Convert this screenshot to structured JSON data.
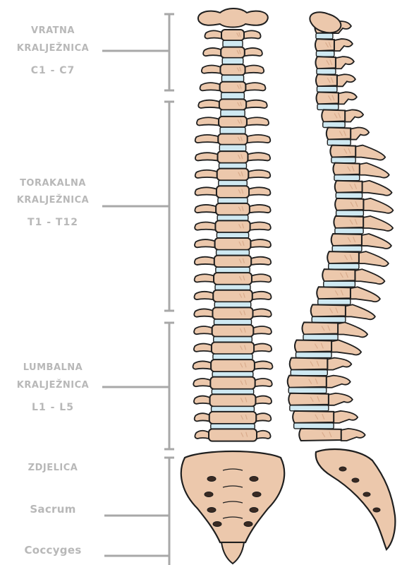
{
  "regions": [
    {
      "id": "cervical",
      "name_line1": "VRATNA",
      "name_line2": "KRALJEŽNICA",
      "range": "C1 - C7"
    },
    {
      "id": "thoracic",
      "name_line1": "TORAKALNA",
      "name_line2": "KRALJEŽNICA",
      "range": "T1 - T12"
    },
    {
      "id": "lumbar",
      "name_line1": "LUMBALNA",
      "name_line2": "KRALJEŽNICA",
      "range": "L1 - L5"
    }
  ],
  "pelvis": {
    "title": "ZDJELICA",
    "sacrum": "Sacrum",
    "coccyges": "Coccyges"
  },
  "colors": {
    "bone": "#ecc8ac",
    "bone_shadow": "#d9ab8c",
    "disc": "#cfe9f2",
    "outline": "#1f1f1f",
    "label": "#b8b8b8",
    "bracket": "#a8a8a8"
  }
}
